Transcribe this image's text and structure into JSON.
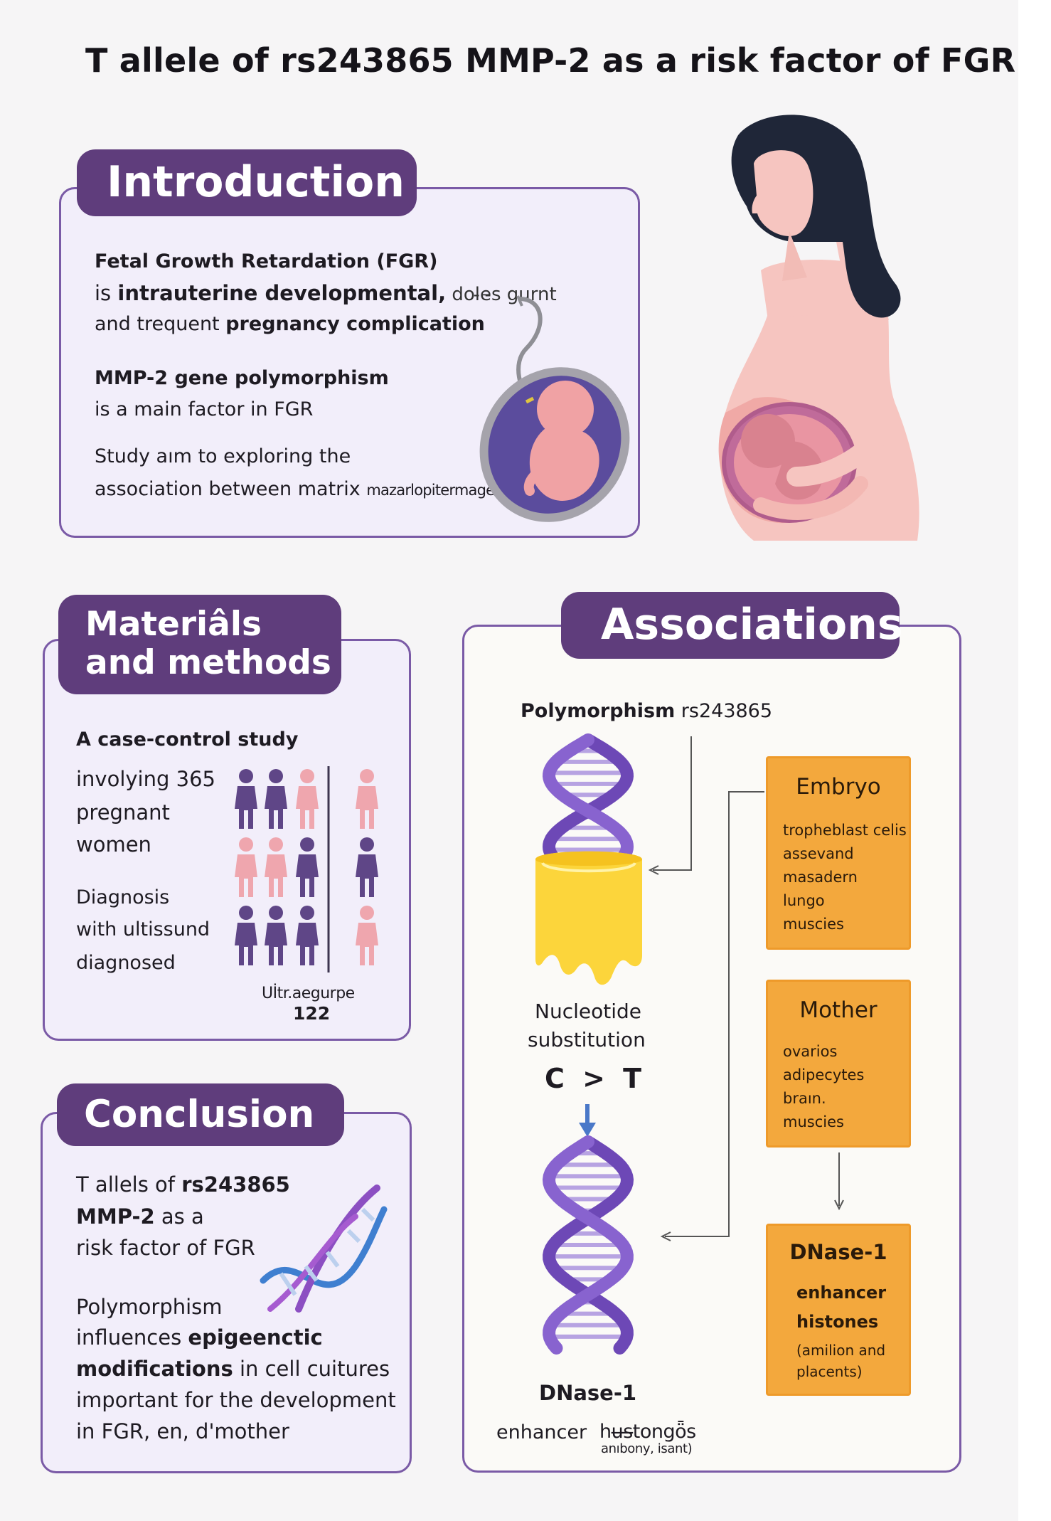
{
  "title": "T allele of rs243865 MMP-2 as a risk factor of FGR",
  "colors": {
    "tab": "#5f3d7c",
    "panel_border": "#7a5aa6",
    "panel_fill": "#f2eefa",
    "orange": "#f3a83d",
    "dna": "#6d48b6",
    "pink": "#efa6ae",
    "purple_person": "#5f4687"
  },
  "introduction": {
    "heading": "Introduction",
    "line1": "Fetal Growth Retardation (FGR)",
    "line2a": "is ",
    "line2b": "intrauterine developmental,",
    "line2c": " dol̵e̵s gurnt",
    "line3a": "and trequent ",
    "line3b": "pregnancy complication",
    "line4": "MMP-2 gene polymorphism",
    "line5": "is a main factor in FGR",
    "line6": "Study aım to exploring the",
    "line7a": "association between matrix ",
    "line7b": "mazarlopitermages"
  },
  "materials": {
    "heading_line1": "Materiâls",
    "heading_line2": "and methods",
    "study_type": "A case-control study",
    "involving": [
      "involying 365",
      "pregnant",
      "women"
    ],
    "diagnosis": [
      "Diagnosis",
      "with ultissund",
      "diagnosed"
    ],
    "ultra_label": "Uİtr.aegurpe",
    "ultra_count": "122",
    "icons": [
      "person-purple",
      "person-pink"
    ]
  },
  "conclusion": {
    "heading": "Conclusion",
    "line1a": "T allels of ",
    "line1b": "rs243865",
    "line2a": "MMP-2",
    "line2b": " as a",
    "line3": "risk factor of FGR",
    "line4": "Polymorphism",
    "line5a": "influences ",
    "line5b": "epigeenctic",
    "line6a": "modifications",
    "line6b": " in cell cuitures",
    "line7": "important for the development",
    "line8": "in FGR, en, d'mother"
  },
  "associations": {
    "heading": "Associations",
    "polymorphism_label": "Polymorphism",
    "polymorphism_id": "rs243865",
    "nucleotide_line1": "Nucleotide",
    "nucleotide_line2": "substitution",
    "substitution": "C > T",
    "dnase_label": "DNase-1",
    "bottom_enhancer": "enhancer",
    "bottom_histones": "hu̶s̶tongȫs",
    "bottom_sub": "anıbony, isant)",
    "embryo": {
      "title": "Embryo",
      "items": [
        "tropheblast celis",
        "assevand",
        "masadern",
        "lungo",
        "muscies"
      ]
    },
    "mother": {
      "title": "Mother",
      "items": [
        "ovarios",
        "adipecytes",
        "braın.",
        "muscies"
      ]
    },
    "dnase_box": {
      "title": "DNase-1",
      "items_bold": [
        "enhancer",
        "histones"
      ],
      "items": [
        "(amilion and",
        "placents)"
      ]
    }
  }
}
